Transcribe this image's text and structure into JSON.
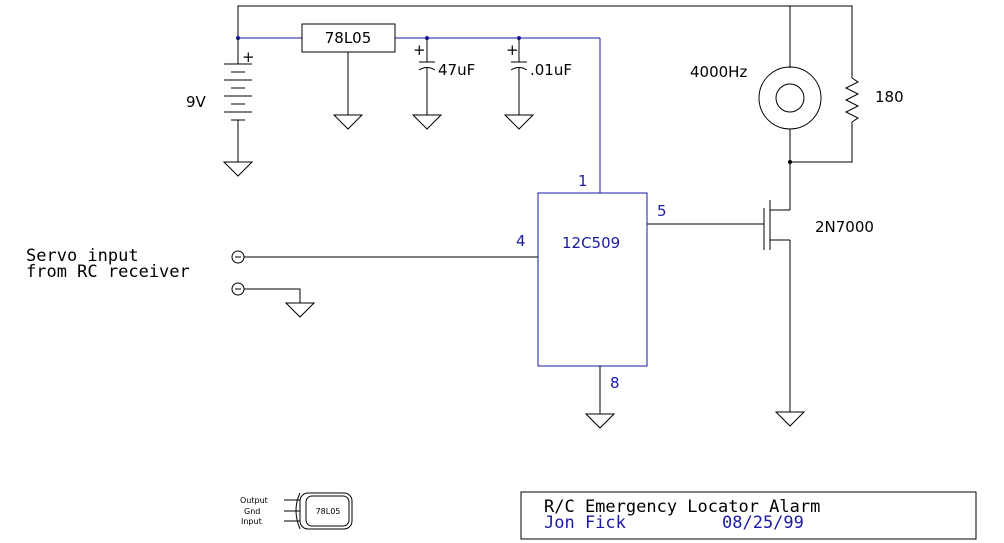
{
  "components": {
    "battery": {
      "label": "9V",
      "plus": "+"
    },
    "regulator": {
      "label": "78L05"
    },
    "cap1": {
      "label": "47uF",
      "plus": "+"
    },
    "cap2": {
      "label": ".01uF",
      "plus": "+"
    },
    "buzzer": {
      "label": "4000Hz"
    },
    "resistor": {
      "label": "180"
    },
    "mosfet": {
      "label": "2N7000"
    },
    "mcu": {
      "label": "12C509",
      "pins": {
        "p1": "1",
        "p4": "4",
        "p5": "5",
        "p8": "8"
      }
    }
  },
  "input": {
    "line1": "Servo input",
    "line2": "from RC receiver"
  },
  "pinout": {
    "output": "Output",
    "gnd": "Gnd",
    "input": "Input",
    "part": "78L05"
  },
  "titleblock": {
    "title": "R/C Emergency Locator Alarm",
    "author": "Jon Fick",
    "date": "08/25/99"
  },
  "colors": {
    "wire": "#000000",
    "highlight": "#1a1aa6"
  }
}
